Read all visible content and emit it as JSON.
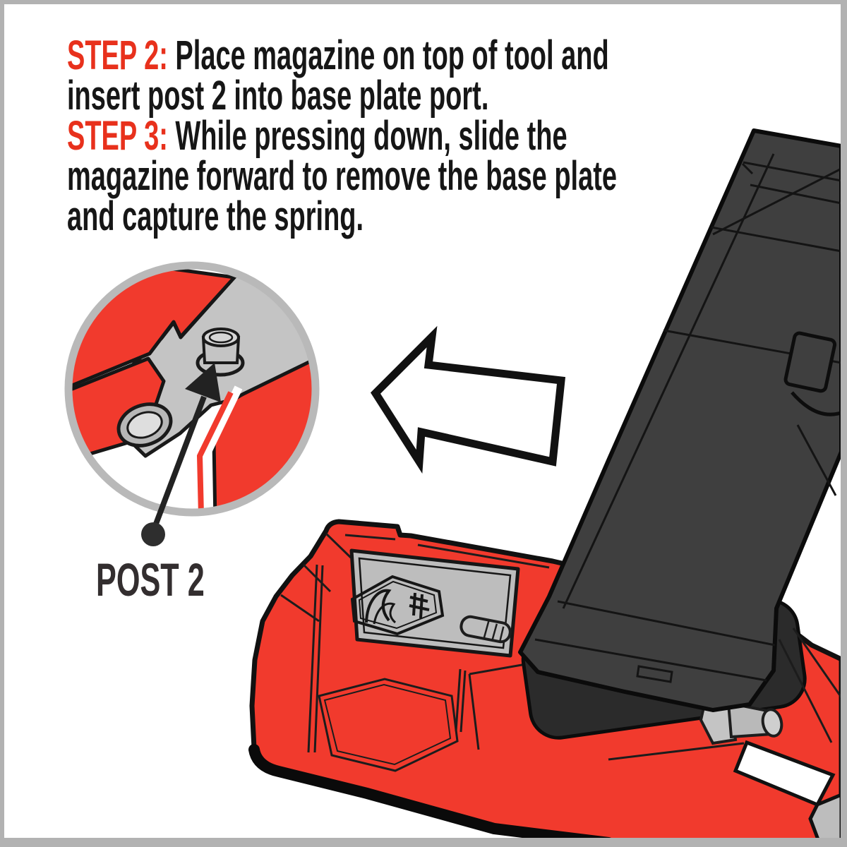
{
  "instructions": {
    "steps": [
      {
        "label": "STEP 2:",
        "text": "Place magazine on top of tool and insert post 2 into base plate port."
      },
      {
        "label": "STEP 3:",
        "text": "While pressing down, slide the magazine forward to remove the base plate and capture the spring."
      }
    ],
    "label_color": "#e8311c",
    "text_color": "#161616"
  },
  "callout": {
    "label": "POST 2",
    "ring_color": "#b9b9b9",
    "pointer_color": "#2a2a2a"
  },
  "illustration": {
    "tool_color": "#f13a2d",
    "outline_color": "#111111",
    "magazine_color": "#3f3f3f",
    "tray_color": "#bdbdbd",
    "metal_color": "#c4c4c4",
    "frame_color": "#b2b2b2",
    "icons": [
      "left-arrow-icon",
      "post-pointer-arrow-icon",
      "brand-emblem-icon"
    ]
  }
}
